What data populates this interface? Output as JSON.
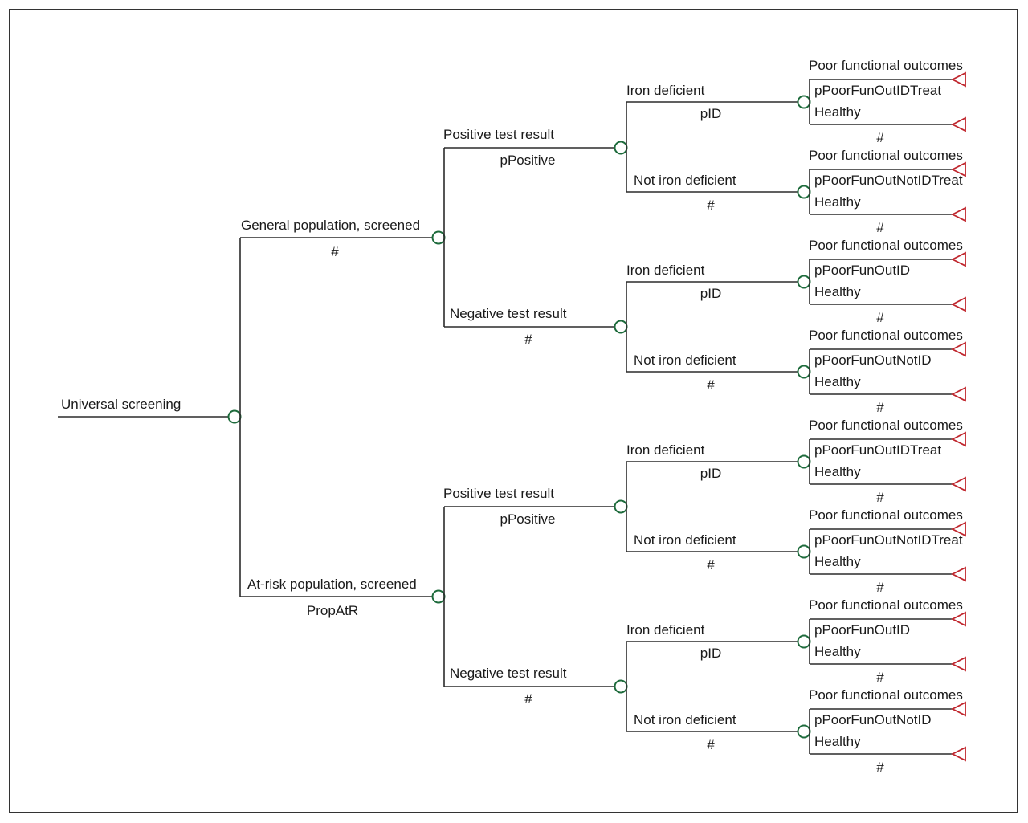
{
  "colors": {
    "chance_node": "#1e6b3c",
    "terminal_node": "#c0262d",
    "line": "#2b2b2b"
  },
  "root": {
    "label": "Universal screening",
    "node": "chance"
  },
  "populations": [
    {
      "label": "General population, screened",
      "prob": "#",
      "tests": [
        {
          "label": "Positive test result",
          "prob": "pPositive",
          "states": [
            {
              "label": "Iron deficient",
              "prob": "pID",
              "outcome_bad": "Poor functional outcomes",
              "outcome_prob": "pPoorFunOutIDTreat",
              "outcome_good": "Healthy",
              "outcome_good_prob": "#"
            },
            {
              "label": "Not iron deficient",
              "prob": "#",
              "outcome_bad": "Poor functional outcomes",
              "outcome_prob": "pPoorFunOutNotIDTreat",
              "outcome_good": "Healthy",
              "outcome_good_prob": "#"
            }
          ]
        },
        {
          "label": "Negative test result",
          "prob": "#",
          "states": [
            {
              "label": "Iron deficient",
              "prob": "pID",
              "outcome_bad": "Poor functional outcomes",
              "outcome_prob": "pPoorFunOutID",
              "outcome_good": "Healthy",
              "outcome_good_prob": "#"
            },
            {
              "label": "Not iron deficient",
              "prob": "#",
              "outcome_bad": "Poor functional outcomes",
              "outcome_prob": "pPoorFunOutNotID",
              "outcome_good": "Healthy",
              "outcome_good_prob": "#"
            }
          ]
        }
      ]
    },
    {
      "label": "At-risk population, screened",
      "prob": "PropAtR",
      "tests": [
        {
          "label": "Positive test result",
          "prob": "pPositive",
          "states": [
            {
              "label": "Iron deficient",
              "prob": "pID",
              "outcome_bad": "Poor functional outcomes",
              "outcome_prob": "pPoorFunOutIDTreat",
              "outcome_good": "Healthy",
              "outcome_good_prob": "#"
            },
            {
              "label": "Not iron deficient",
              "prob": "#",
              "outcome_bad": "Poor functional outcomes",
              "outcome_prob": "pPoorFunOutNotIDTreat",
              "outcome_good": "Healthy",
              "outcome_good_prob": "#"
            }
          ]
        },
        {
          "label": "Negative test result",
          "prob": "#",
          "states": [
            {
              "label": "Iron deficient",
              "prob": "pID",
              "outcome_bad": "Poor functional outcomes",
              "outcome_prob": "pPoorFunOutID",
              "outcome_good": "Healthy",
              "outcome_good_prob": "#"
            },
            {
              "label": "Not iron deficient",
              "prob": "#",
              "outcome_bad": "Poor functional outcomes",
              "outcome_prob": "pPoorFunOutNotID",
              "outcome_good": "Healthy",
              "outcome_good_prob": "#"
            }
          ]
        }
      ]
    }
  ]
}
